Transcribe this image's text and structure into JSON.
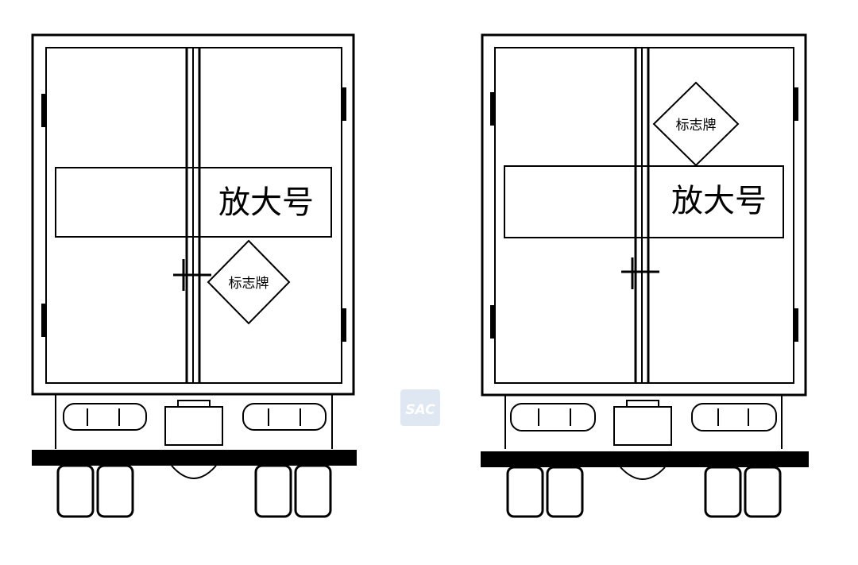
{
  "trucks": [
    {
      "magnified_number_label": "放大号",
      "placard_label": "标志牌"
    },
    {
      "magnified_number_label": "放大号",
      "placard_label": "标志牌"
    }
  ],
  "watermark": "SAC",
  "colors": {
    "line": "#000000",
    "background": "#ffffff",
    "watermark": "#dfe8f2"
  }
}
